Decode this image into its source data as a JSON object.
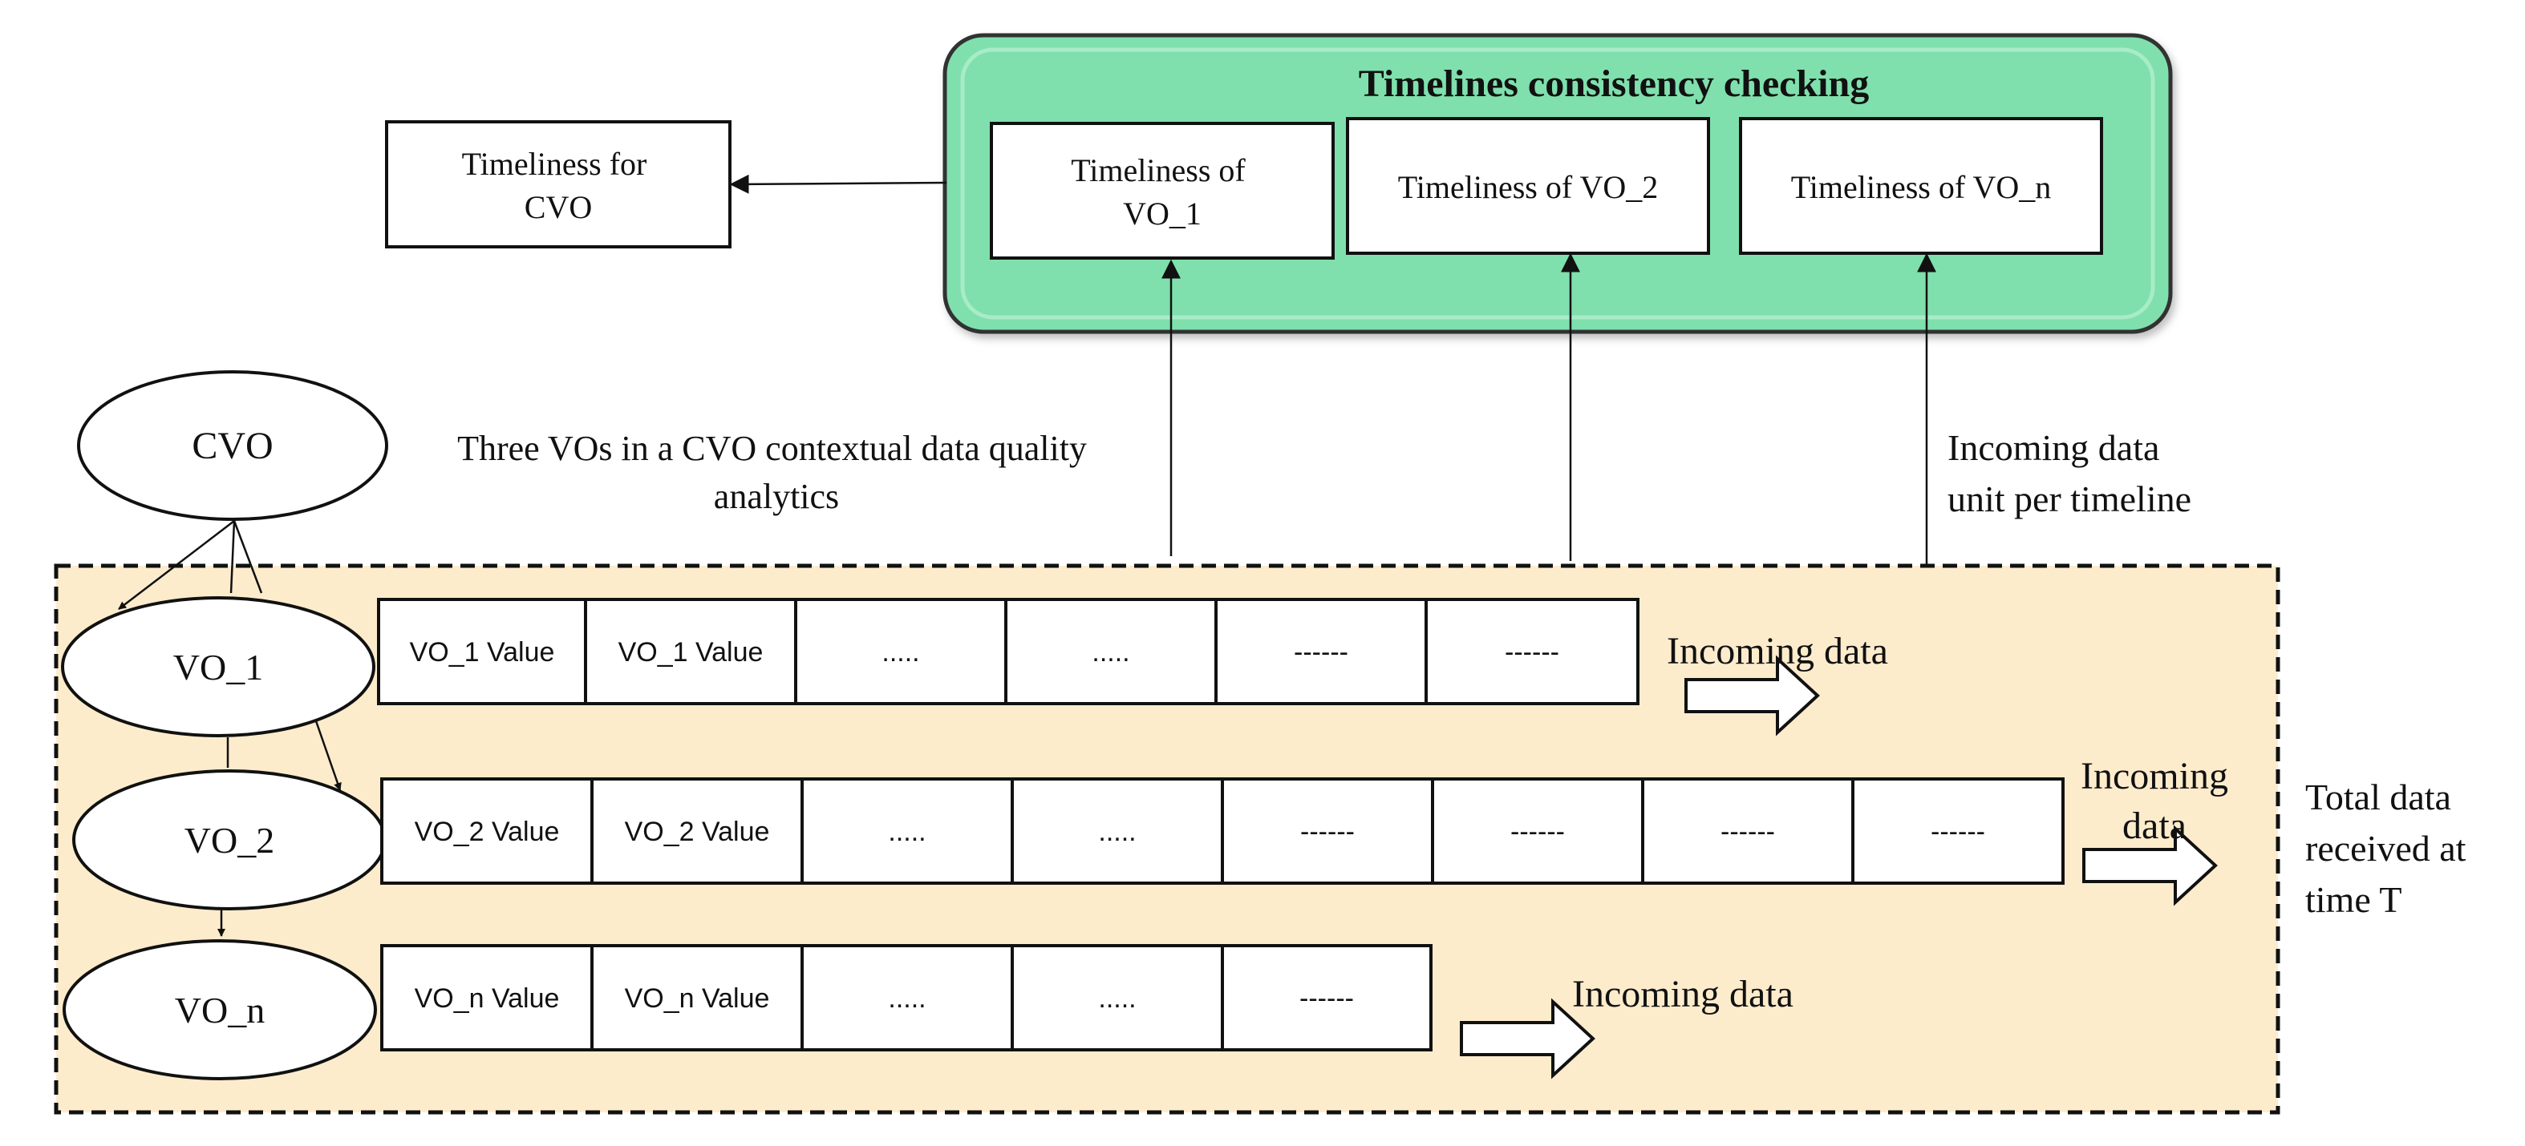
{
  "colors": {
    "green_panel": "#7fe0ad",
    "green_panel_border": "#333333",
    "yellow_region": "#fdeccc",
    "stroke": "#111111",
    "box_fill": "#ffffff"
  },
  "panel": {
    "title": "Timelines consistency checking",
    "boxes": [
      {
        "line1": "Timeliness of",
        "line2": "VO_1"
      },
      {
        "line1": "Timeliness of VO_2"
      },
      {
        "line1": "Timeliness of VO_n"
      }
    ]
  },
  "cvo_timeliness": {
    "line1": "Timeliness for",
    "line2": "CVO"
  },
  "cvo_node": {
    "label": "CVO"
  },
  "caption": {
    "line1": "Three VOs in a CVO contextual data quality",
    "line2": "analytics"
  },
  "incoming_unit_label": {
    "line1": "Incoming data",
    "line2": "unit per timeline"
  },
  "total_label": {
    "line1": "Total data",
    "line2": "received at",
    "line3": "time T"
  },
  "rows": [
    {
      "label": "VO_1",
      "cells": [
        "VO_1 Value",
        "VO_1 Value",
        ".....",
        ".....",
        "------",
        "------"
      ],
      "incoming": {
        "line1": "Incoming data"
      }
    },
    {
      "label": "VO_2",
      "cells": [
        "VO_2 Value",
        "VO_2 Value",
        ".....",
        ".....",
        "------",
        "------",
        "------",
        "------"
      ],
      "incoming": {
        "line1": "Incoming",
        "line2": "data"
      }
    },
    {
      "label": "VO_n",
      "cells": [
        "VO_n Value",
        "VO_n Value",
        ".....",
        ".....",
        "------"
      ],
      "incoming": {
        "line1": "Incoming data"
      }
    }
  ]
}
